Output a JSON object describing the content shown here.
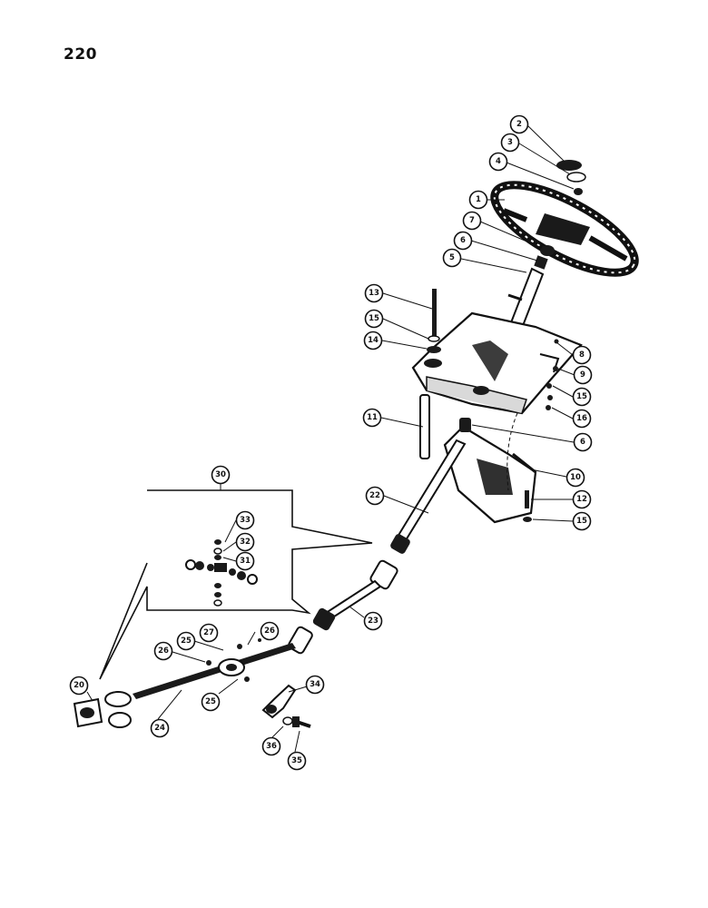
{
  "page": {
    "number": "220"
  },
  "callouts": [
    {
      "id": "c1",
      "label": "1"
    },
    {
      "id": "c2",
      "label": "2"
    },
    {
      "id": "c3",
      "label": "3"
    },
    {
      "id": "c4",
      "label": "4"
    },
    {
      "id": "c5",
      "label": "5"
    },
    {
      "id": "c6a",
      "label": "6"
    },
    {
      "id": "c7",
      "label": "7"
    },
    {
      "id": "c8a",
      "label": "8"
    },
    {
      "id": "c9",
      "label": "9"
    },
    {
      "id": "c15a",
      "label": "15"
    },
    {
      "id": "c16",
      "label": "16"
    },
    {
      "id": "c6b",
      "label": "6"
    },
    {
      "id": "c13",
      "label": "13"
    },
    {
      "id": "c15b",
      "label": "15"
    },
    {
      "id": "c14",
      "label": "14"
    },
    {
      "id": "c11",
      "label": "11"
    },
    {
      "id": "c10",
      "label": "10"
    },
    {
      "id": "c12",
      "label": "12"
    },
    {
      "id": "c15c",
      "label": "15"
    },
    {
      "id": "c22",
      "label": "22"
    },
    {
      "id": "c23",
      "label": "23"
    },
    {
      "id": "c30",
      "label": "30"
    },
    {
      "id": "c33",
      "label": "33"
    },
    {
      "id": "c32",
      "label": "32"
    },
    {
      "id": "c31",
      "label": "31"
    },
    {
      "id": "c20",
      "label": "20"
    },
    {
      "id": "c24",
      "label": "24"
    },
    {
      "id": "c25a",
      "label": "25"
    },
    {
      "id": "c25b",
      "label": "25"
    },
    {
      "id": "c26a",
      "label": "26"
    },
    {
      "id": "c26b",
      "label": "26"
    },
    {
      "id": "c27",
      "label": "27"
    },
    {
      "id": "c34",
      "label": "34"
    },
    {
      "id": "c35",
      "label": "35"
    },
    {
      "id": "c36",
      "label": "36"
    }
  ]
}
